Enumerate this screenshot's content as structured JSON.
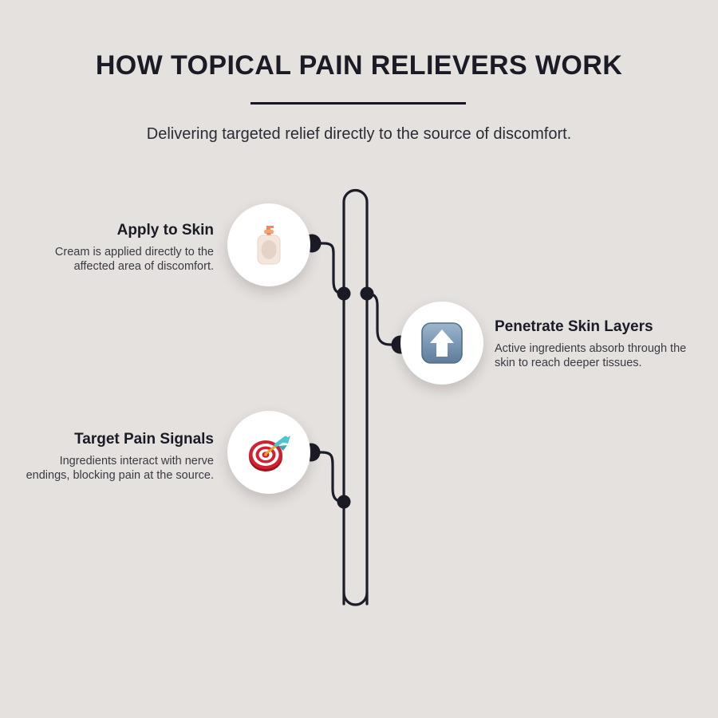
{
  "header": {
    "title": "HOW TOPICAL PAIN RELIEVERS WORK",
    "subtitle": "Delivering targeted relief directly to the source of discomfort."
  },
  "theme": {
    "background": "#e5e1df",
    "ink": "#1b1b25",
    "path_color": "#1d1d29",
    "circle_fill": "#ffffff",
    "arrow_tile_blue": "#7e9cb8",
    "target_red": "#d32030",
    "dart_teal": "#4fc3cf",
    "bottle_cream": "#f2e6dc",
    "bottle_pump_orange": "#f08a5d"
  },
  "steps": [
    {
      "id": "step1",
      "title": "Apply to Skin",
      "description": "Cream is applied directly to the affected area of discomfort.",
      "icon": "lotion-bottle-icon",
      "side": "left"
    },
    {
      "id": "step2",
      "title": "Penetrate Skin Layers",
      "description": "Active ingredients absorb through the skin to reach deeper tissues.",
      "icon": "up-arrow-tile-icon",
      "side": "right"
    },
    {
      "id": "step3",
      "title": "Target Pain Signals",
      "description": "Ingredients interact with nerve endings, blocking pain at the source.",
      "icon": "dartboard-target-icon",
      "side": "left"
    }
  ]
}
